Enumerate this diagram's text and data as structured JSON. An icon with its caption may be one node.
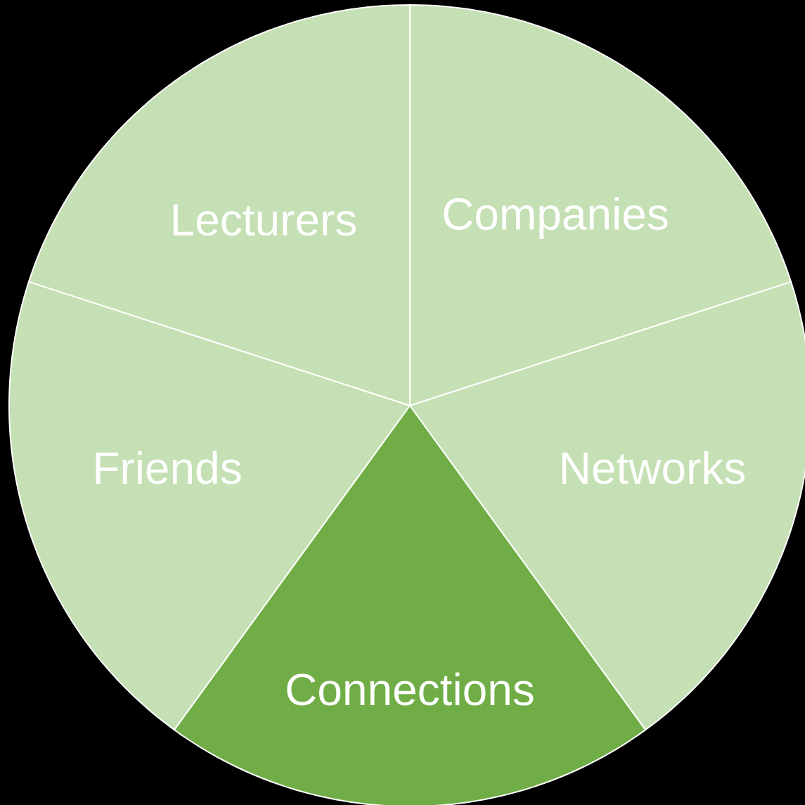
{
  "diagram": {
    "nodes": [
      {
        "text": [
          "Lecturers"
        ]
      },
      {
        "text": [
          "Companies"
        ]
      },
      {
        "text": [
          "Friends"
        ]
      },
      {
        "text": [
          "Networks"
        ]
      },
      {
        "text": [
          "Connections"
        ]
      }
    ]
  }
}
